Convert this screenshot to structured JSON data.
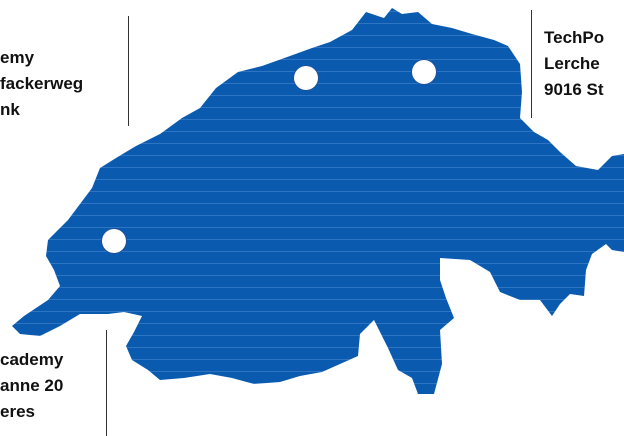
{
  "map": {
    "region_fill": "#0a5bb0",
    "stripe_color": "#2f74c0",
    "marker_color": "#ffffff"
  },
  "locations": [
    {
      "id": "northwest",
      "lines": [
        "emy",
        "fackerweg",
        "nk"
      ]
    },
    {
      "id": "northeast",
      "lines": [
        "TechPo",
        "Lerche",
        "9016 St"
      ]
    },
    {
      "id": "southwest",
      "lines": [
        "cademy",
        "anne 20",
        "eres"
      ]
    }
  ]
}
